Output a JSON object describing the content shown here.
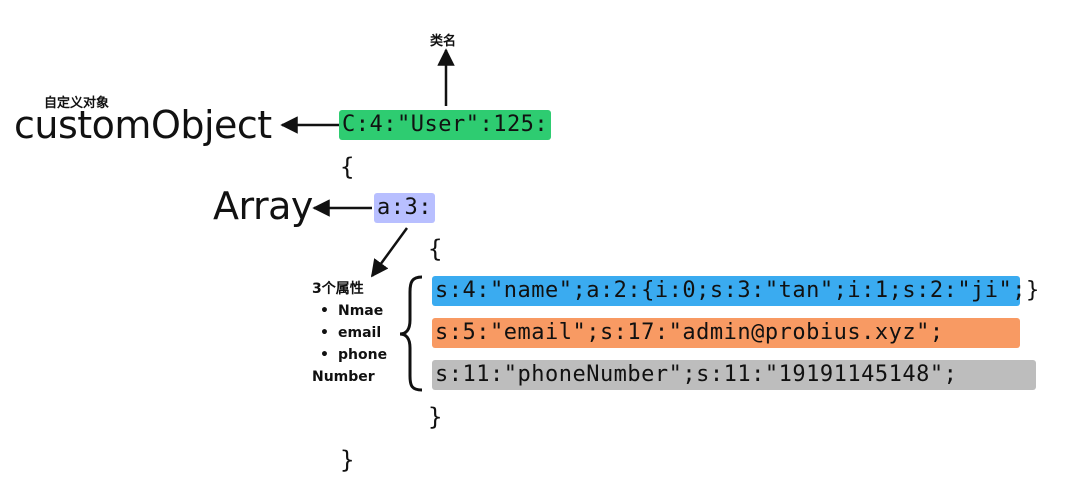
{
  "labels": {
    "class_name": "类名",
    "custom_object_caption": "自定义对象",
    "custom_object": "customObject",
    "array": "Array",
    "attr_count": "3个属性",
    "attrs": [
      "Nmae",
      "email",
      "phone"
    ],
    "attr_tail": "Number"
  },
  "code": {
    "object_header": "C:4:\"User\":125:",
    "open_brace_outer": "{",
    "array_header": "a:3:",
    "open_brace_inner": "{",
    "line_name": "s:4:\"name\";a:2:{i:0;s:3:\"tan\";i:1;s:2:\"ji\";}",
    "line_email": "s:5:\"email\";s:17:\"admin@probius.xyz\";",
    "line_phone": "s:11:\"phoneNumber\";s:11:\"19191145148\";",
    "close_brace_inner": "}",
    "close_brace_outer": "}"
  },
  "colors": {
    "object_header": "#2ecc71",
    "array_header": "#b8bfff",
    "line_name": "#3aabf0",
    "line_email": "#f89a63",
    "line_phone": "#bdbdbd",
    "arrow": "#111111"
  }
}
